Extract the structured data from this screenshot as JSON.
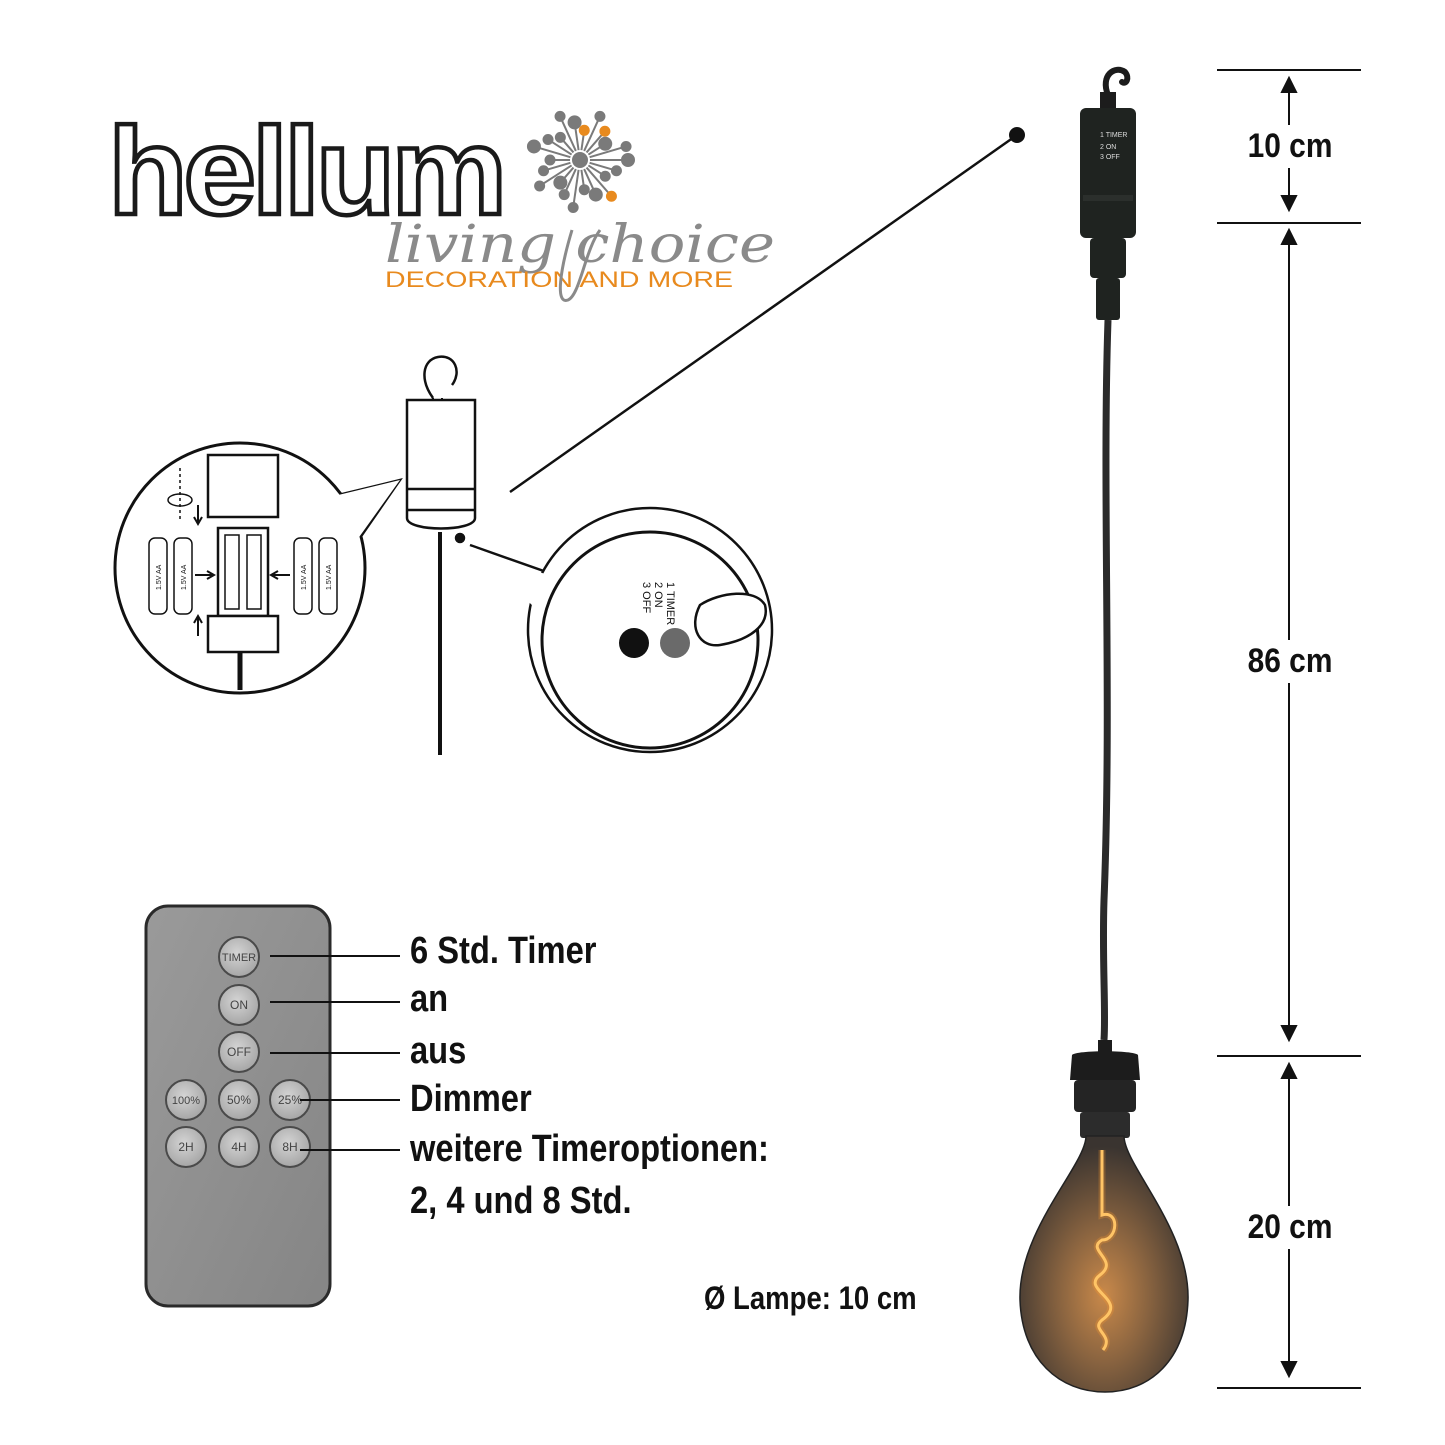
{
  "brand": {
    "name": "hellum",
    "tagline": "living choice",
    "sub": "DECORATION AND MORE",
    "accent": "#e88a1e",
    "gray": "#8c8c8c"
  },
  "dimensions": {
    "hook": "10 cm",
    "cable": "86 cm",
    "bulb": "20 cm",
    "diameter": "Ø Lampe: 10 cm"
  },
  "switch_labels": {
    "timer": "1 TIMER",
    "on": "2 ON",
    "off": "3 OFF"
  },
  "battery_label": "1.5V AA",
  "remote": {
    "body_color": "#8f8f8f",
    "buttons": {
      "timer": "TIMER",
      "on": "ON",
      "off": "OFF",
      "d100": "100%",
      "d50": "50%",
      "d25": "25%",
      "h2": "2H",
      "h4": "4H",
      "h8": "8H"
    }
  },
  "functions": {
    "timer": "6 Std. Timer",
    "on": "an",
    "off": "aus",
    "dimmer": "Dimmer",
    "more": "weitere Timeroptionen:",
    "more2": "2, 4 und 8 Std."
  }
}
